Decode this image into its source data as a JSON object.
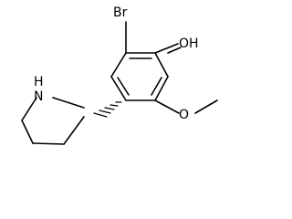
{
  "structure": {
    "atoms": {
      "bromine": "Br",
      "hydroxyl": "OH",
      "methoxy_oxygen": "O",
      "pyrrolidine_nitrogen": "H\nN",
      "pyrrolidine_nitrogen_h": "H",
      "pyrrolidine_nitrogen_n": "N"
    },
    "colors": {
      "bond": "#000000",
      "label": "#000000",
      "background": "#ffffff"
    }
  }
}
